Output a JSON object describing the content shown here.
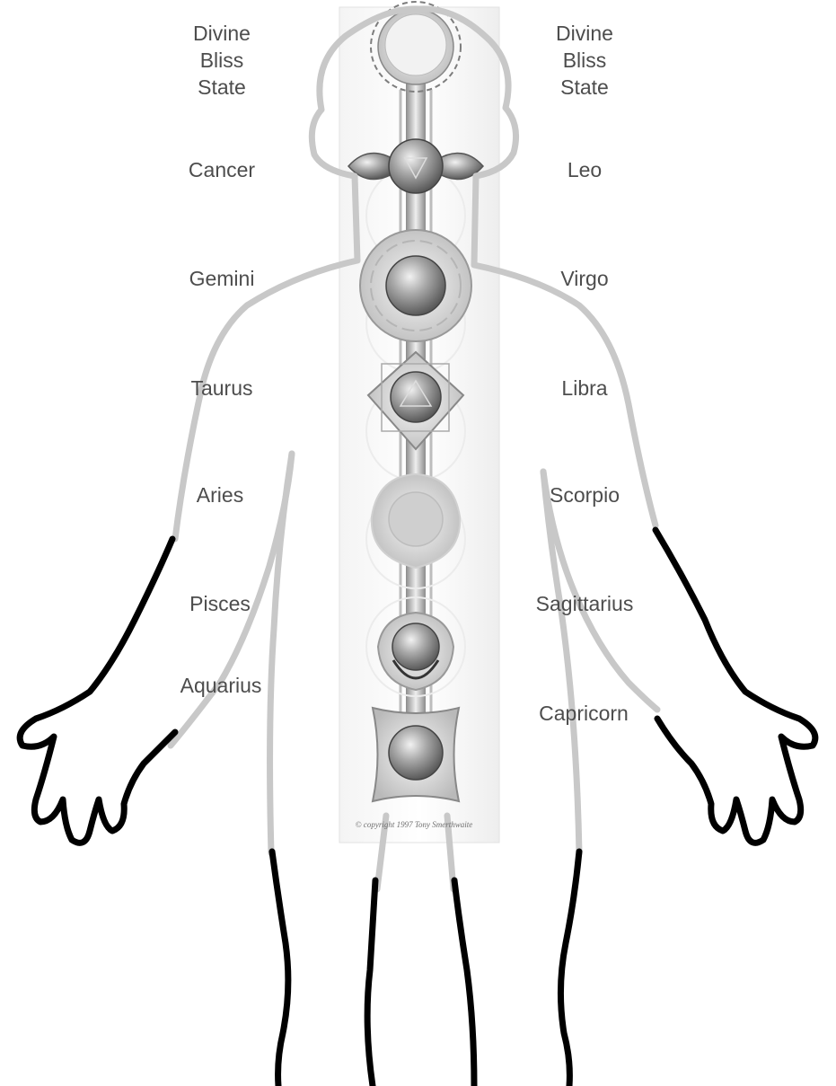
{
  "left_labels": {
    "crown": "Divine\nBliss\nState",
    "brow": "Cancer",
    "throat": "Gemini",
    "heart": "Taurus",
    "solar": "Aries",
    "sacral": "Pisces",
    "root": "Aquarius"
  },
  "right_labels": {
    "crown": "Divine\nBliss\nState",
    "brow": "Leo",
    "throat": "Virgo",
    "heart": "Libra",
    "solar": "Scorpio",
    "sacral": "Sagittarius",
    "root": "Capricorn"
  },
  "copyright": "© copyright 1997 Tony Smerthwaite",
  "colors": {
    "body_outline_upper": "#c8c8c8",
    "body_outline_lower": "#000000",
    "label_text": "#4d4d4d",
    "chakra_fill": "#9a9a9a"
  }
}
